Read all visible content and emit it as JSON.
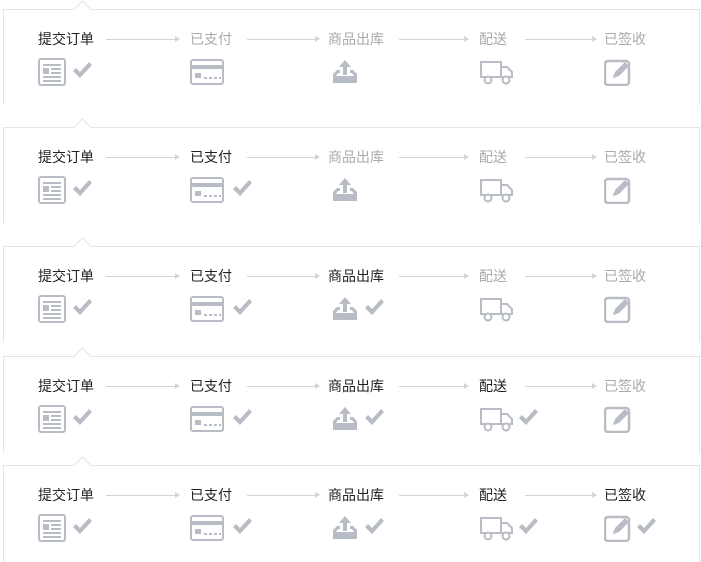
{
  "steps": [
    {
      "label": "提交订单",
      "icon": "order-document-icon"
    },
    {
      "label": "已支付",
      "icon": "payment-card-icon"
    },
    {
      "label": "商品出库",
      "icon": "outbound-tray-icon"
    },
    {
      "label": "配送",
      "icon": "delivery-truck-icon"
    },
    {
      "label": "已签收",
      "icon": "sign-edit-icon"
    }
  ],
  "panels": [
    {
      "completed_steps": 1
    },
    {
      "completed_steps": 2
    },
    {
      "completed_steps": 3
    },
    {
      "completed_steps": 4
    },
    {
      "completed_steps": 5
    }
  ],
  "colors": {
    "done_text": "#222222",
    "pending_text": "#aaaaaa",
    "icon_gray": "#b8bcc4",
    "arrow_line": "#d4d4d4",
    "border": "#e4e4e4"
  }
}
